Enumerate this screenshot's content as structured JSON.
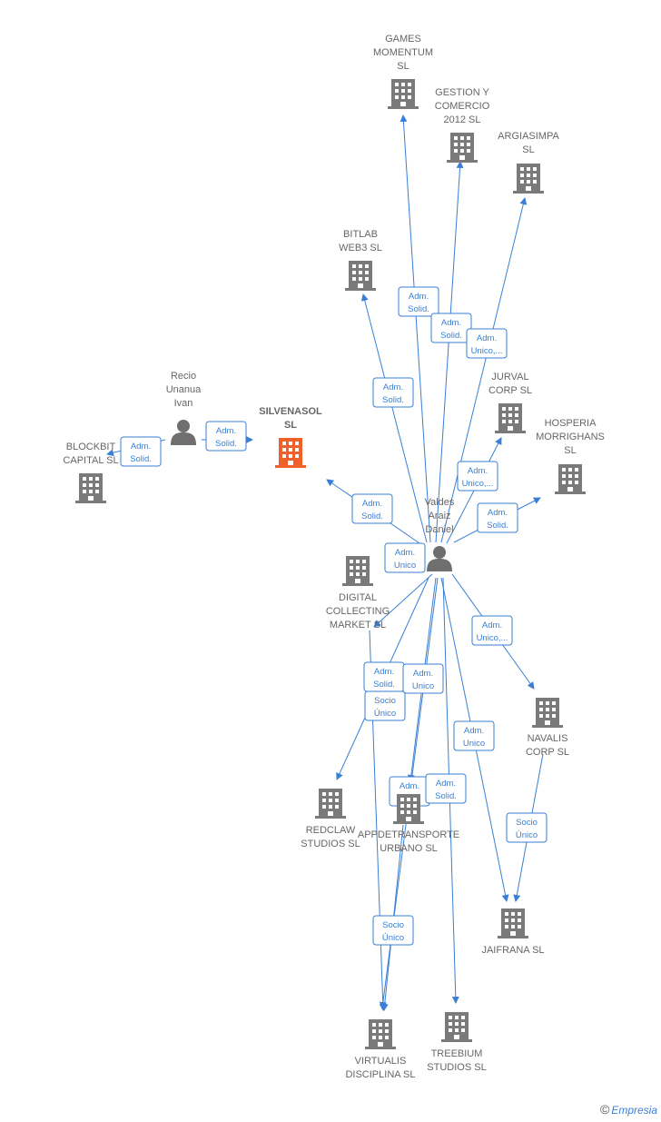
{
  "colors": {
    "edge": "#3a7fd5",
    "company": "#7a7a7a",
    "focus_company": "#f0602a",
    "person": "#6f6f6f"
  },
  "nodes": [
    {
      "id": "games",
      "type": "company",
      "label": [
        "GAMES",
        "MOMENTUM",
        "SL"
      ],
      "icon": "building-icon"
    },
    {
      "id": "gestion",
      "type": "company",
      "label": [
        "GESTION Y",
        "COMERCIO",
        "2012 SL"
      ],
      "icon": "building-icon"
    },
    {
      "id": "argiasimpa",
      "type": "company",
      "label": [
        "ARGIASIMPA",
        "SL"
      ],
      "icon": "building-icon"
    },
    {
      "id": "bitlab",
      "type": "company",
      "label": [
        "BITLAB",
        "WEB3  SL"
      ],
      "icon": "building-icon"
    },
    {
      "id": "jurval",
      "type": "company",
      "label": [
        "JURVAL",
        "CORP  SL"
      ],
      "icon": "building-icon"
    },
    {
      "id": "hosperia",
      "type": "company",
      "label": [
        "HOSPERIA",
        "MORRIGHANS",
        "SL"
      ],
      "icon": "building-icon"
    },
    {
      "id": "silvenasol",
      "type": "focus",
      "label": [
        "SILVENASOL",
        "SL"
      ],
      "icon": "building-icon"
    },
    {
      "id": "blockbit",
      "type": "company",
      "label": [
        "BLOCKBIT",
        "CAPITAL  SL"
      ],
      "icon": "building-icon"
    },
    {
      "id": "recio",
      "type": "person",
      "label": [
        "Recio",
        "Unanua",
        "Ivan"
      ],
      "icon": "person-icon"
    },
    {
      "id": "valdes",
      "type": "person",
      "label": [
        "Valdes",
        "Araiz",
        "Daniel"
      ],
      "icon": "person-icon"
    },
    {
      "id": "digital",
      "type": "company",
      "label": [
        "DIGITAL",
        "COLLECTING",
        "MARKET  SL"
      ],
      "icon": "building-icon"
    },
    {
      "id": "navalis",
      "type": "company",
      "label": [
        "NAVALIS",
        "CORP  SL"
      ],
      "icon": "building-icon"
    },
    {
      "id": "redclaw",
      "type": "company",
      "label": [
        "REDCLAW",
        "STUDIOS  SL"
      ],
      "icon": "building-icon"
    },
    {
      "id": "appde",
      "type": "company",
      "label": [
        "APPDETRANSPORTE",
        "URBANO  SL"
      ],
      "icon": "building-icon"
    },
    {
      "id": "jaifrana",
      "type": "company",
      "label": [
        "JAIFRANA  SL"
      ],
      "icon": "building-icon"
    },
    {
      "id": "virtualis",
      "type": "company",
      "label": [
        "VIRTUALIS",
        "DISCIPLINA  SL"
      ],
      "icon": "building-icon"
    },
    {
      "id": "treebium",
      "type": "company",
      "label": [
        "TREEBIUM",
        "STUDIOS  SL"
      ],
      "icon": "building-icon"
    }
  ],
  "relations": [
    {
      "from": "valdes",
      "to": "games",
      "label": [
        "Adm.",
        "Solid."
      ]
    },
    {
      "from": "valdes",
      "to": "gestion",
      "label": [
        "Adm.",
        "Solid."
      ]
    },
    {
      "from": "valdes",
      "to": "argiasimpa",
      "label": [
        "Adm.",
        "Unico,..."
      ]
    },
    {
      "from": "valdes",
      "to": "bitlab",
      "label": [
        "Adm.",
        "Solid."
      ]
    },
    {
      "from": "valdes",
      "to": "jurval",
      "label": [
        "Adm.",
        "Unico,..."
      ]
    },
    {
      "from": "valdes",
      "to": "hosperia",
      "label": [
        "Adm.",
        "Solid."
      ]
    },
    {
      "from": "valdes",
      "to": "silvenasol",
      "label": [
        "Adm.",
        "Solid."
      ]
    },
    {
      "from": "recio",
      "to": "silvenasol",
      "label": [
        "Adm.",
        "Solid."
      ]
    },
    {
      "from": "recio",
      "to": "blockbit",
      "label": [
        "Adm.",
        "Solid."
      ]
    },
    {
      "from": "valdes",
      "to": "digital",
      "label": [
        "Adm.",
        "Unico"
      ]
    },
    {
      "from": "valdes",
      "to": "navalis",
      "label": [
        "Adm.",
        "Unico,..."
      ]
    },
    {
      "from": "valdes",
      "to": "redclaw",
      "label": [
        "Adm.",
        "Solid."
      ]
    },
    {
      "from": "valdes",
      "to": "appde",
      "label": [
        "Adm.",
        "Unico"
      ]
    },
    {
      "from": "valdes",
      "to": "jaifrana",
      "label": [
        "Adm.",
        "Unico"
      ]
    },
    {
      "from": "valdes",
      "to": "virtualis",
      "label": [
        "Adm.",
        "Unico"
      ]
    },
    {
      "from": "valdes",
      "to": "treebium",
      "label": [
        "Adm.",
        "Solid."
      ]
    },
    {
      "from": "navalis",
      "to": "jaifrana",
      "label": [
        "Socio",
        "Único"
      ]
    },
    {
      "from": "digital",
      "to": "virtualis",
      "label": [
        "Socio",
        "Único"
      ]
    },
    {
      "from": "appde",
      "to": "virtualis",
      "label": [
        "Socio",
        "Único"
      ]
    }
  ],
  "footer": {
    "copyright": "©",
    "brand": "Empresia"
  }
}
